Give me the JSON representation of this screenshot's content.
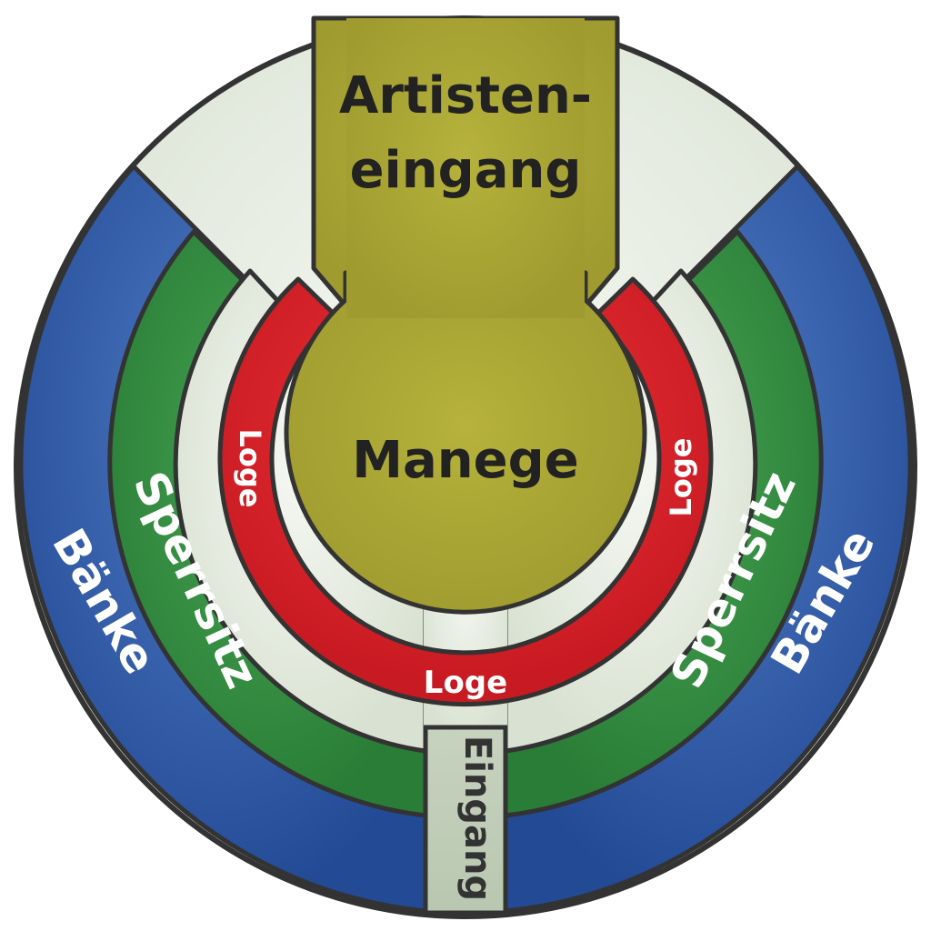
{
  "labels": {
    "artists_entrance_line1": "Artisten-",
    "artists_entrance_line2": "eingang",
    "ring": "Manege",
    "box_left": "Loge",
    "box_right": "Loge",
    "box_bottom": "Loge",
    "stalls_left": "Sperrsitz",
    "stalls_right": "Sperrsitz",
    "benches_left": "Bänke",
    "benches_right": "Bänke",
    "entrance": "Eingang"
  },
  "colors": {
    "outline": "#333333",
    "plaza": "#e7eee2",
    "benches": "#2f56a3",
    "stalls": "#2f8a3c",
    "boxes": "#e3222a",
    "ring": "#aeaa38",
    "entrance_path": "#c5d2be",
    "white_text": "#ffffff",
    "dark_text": "#222222"
  }
}
